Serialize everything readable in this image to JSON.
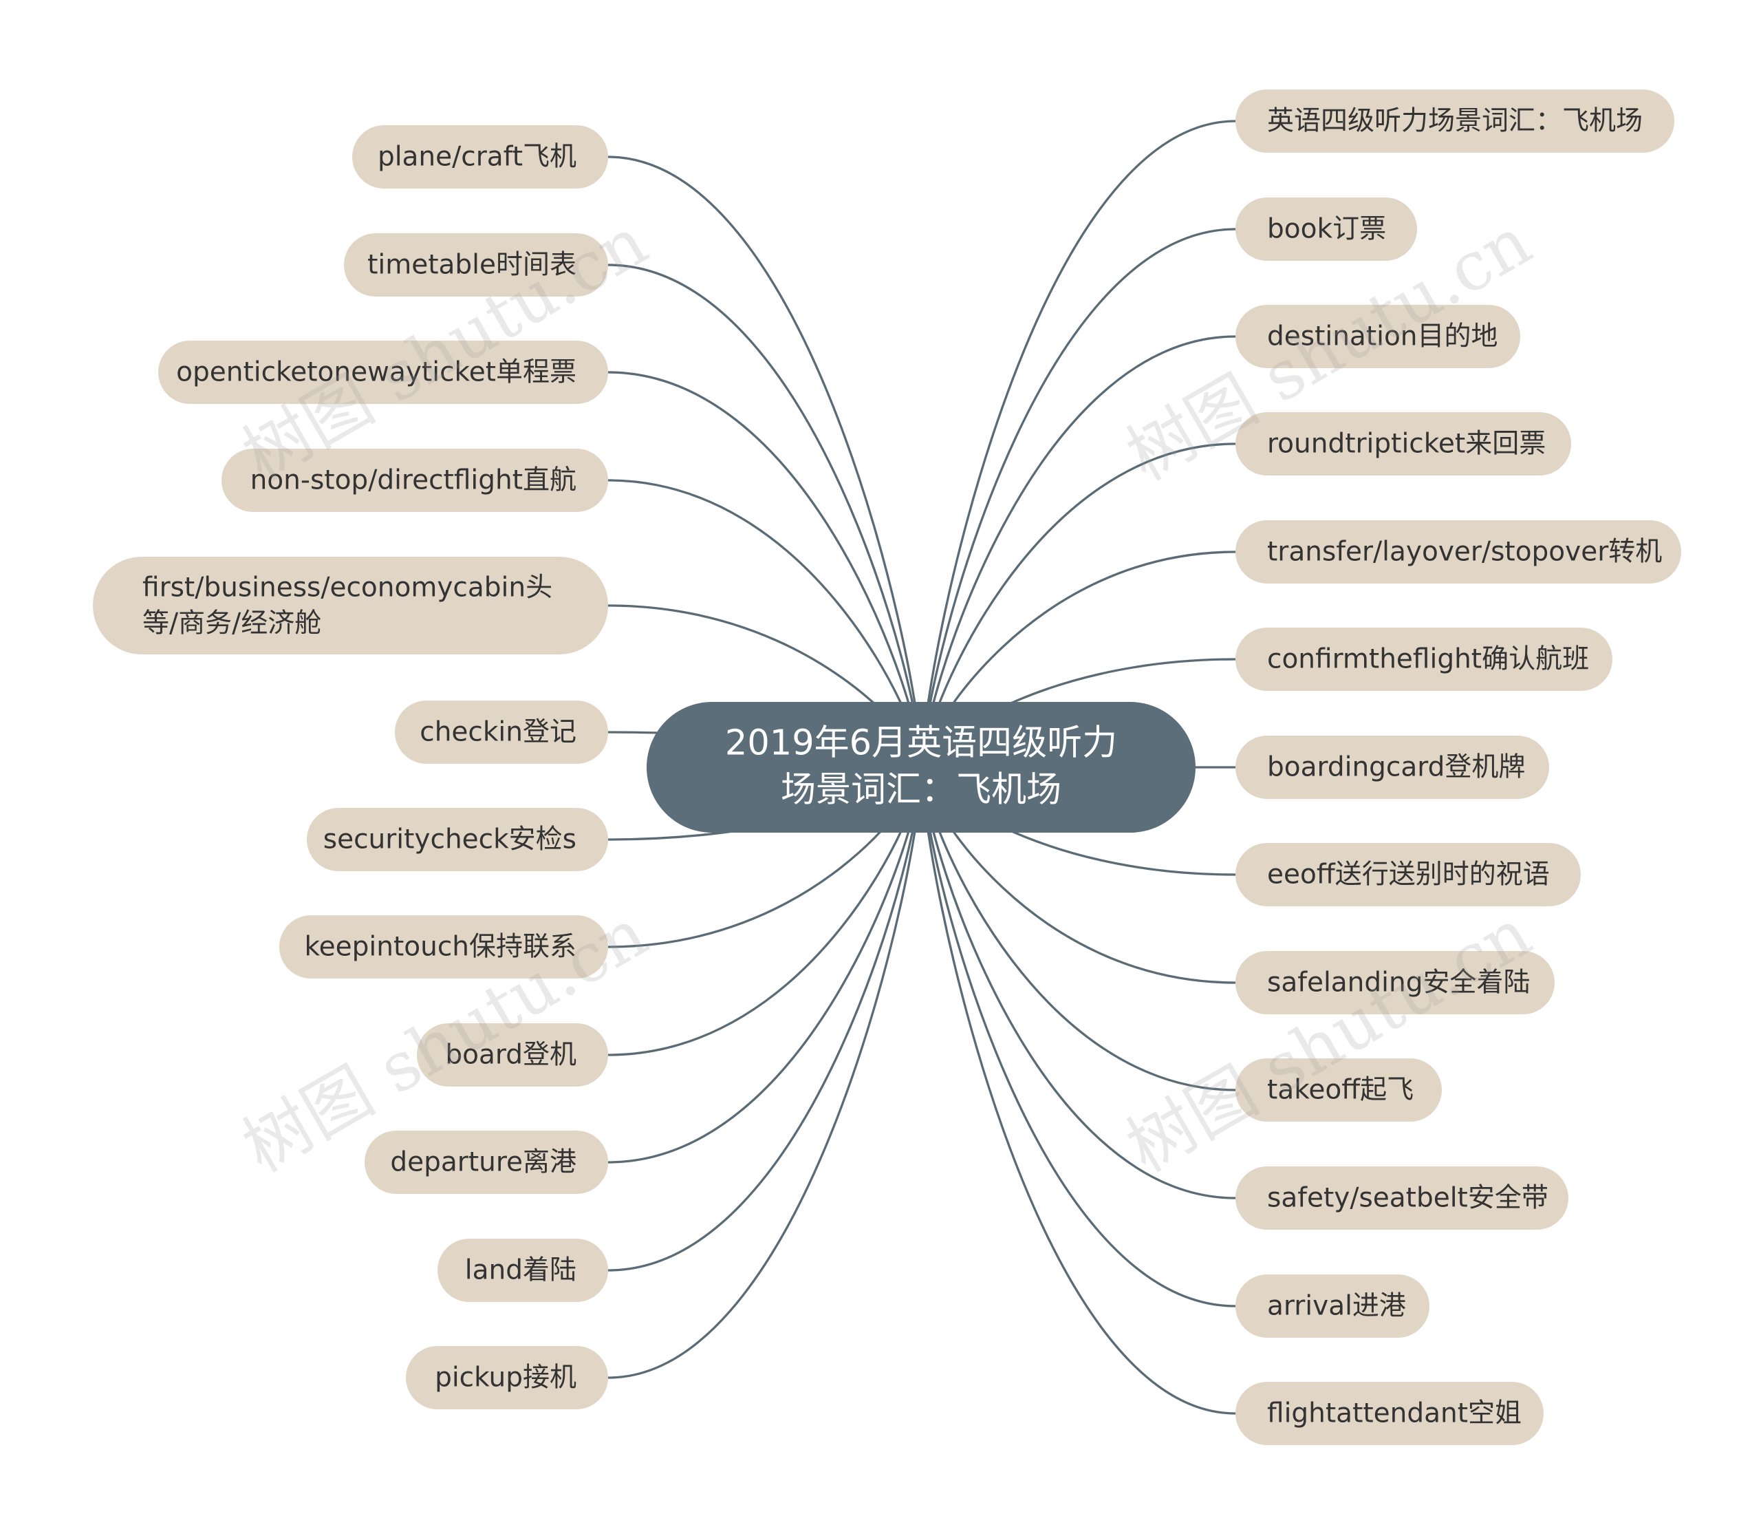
{
  "colors": {
    "link": "#5a6b76",
    "center_fill": "#5c6e7a",
    "node_fill": "#e1d6c5",
    "node_text": "#333333",
    "center_text": "#ffffff",
    "background": "#ffffff"
  },
  "watermark": {
    "text": "树图 shutu.cn"
  },
  "center": {
    "lines": [
      "2019年6月英语四级听力",
      "场景词汇：飞机场"
    ]
  },
  "left_topics": [
    {
      "lines": [
        "plane/craft飞机"
      ]
    },
    {
      "lines": [
        "timetable时间表"
      ]
    },
    {
      "lines": [
        "openticketonewayticket单程票"
      ]
    },
    {
      "lines": [
        "non-stop/directflight直航"
      ]
    },
    {
      "lines": [
        "first/business/economycabin头",
        "等/商务/经济舱"
      ]
    },
    {
      "lines": [
        "checkin登记"
      ]
    },
    {
      "lines": [
        "securitycheck安检s"
      ]
    },
    {
      "lines": [
        "keepintouch保持联系"
      ]
    },
    {
      "lines": [
        "board登机"
      ]
    },
    {
      "lines": [
        "departure离港"
      ]
    },
    {
      "lines": [
        "land着陆"
      ]
    },
    {
      "lines": [
        "pickup接机"
      ]
    }
  ],
  "right_topics": [
    {
      "lines": [
        "英语四级听力场景词汇：飞机场"
      ]
    },
    {
      "lines": [
        "book订票"
      ]
    },
    {
      "lines": [
        "destination目的地"
      ]
    },
    {
      "lines": [
        "roundtripticket来回票"
      ]
    },
    {
      "lines": [
        "transfer/layover/stopover转机"
      ]
    },
    {
      "lines": [
        "confirmtheflight确认航班"
      ]
    },
    {
      "lines": [
        "boardingcard登机牌"
      ]
    },
    {
      "lines": [
        "eeoff送行送别时的祝语"
      ]
    },
    {
      "lines": [
        "safelanding安全着陆"
      ]
    },
    {
      "lines": [
        "takeoff起飞"
      ]
    },
    {
      "lines": [
        "safety/seatbelt安全带"
      ]
    },
    {
      "lines": [
        "arrival进港"
      ]
    },
    {
      "lines": [
        "flightattendant空姐"
      ]
    }
  ]
}
